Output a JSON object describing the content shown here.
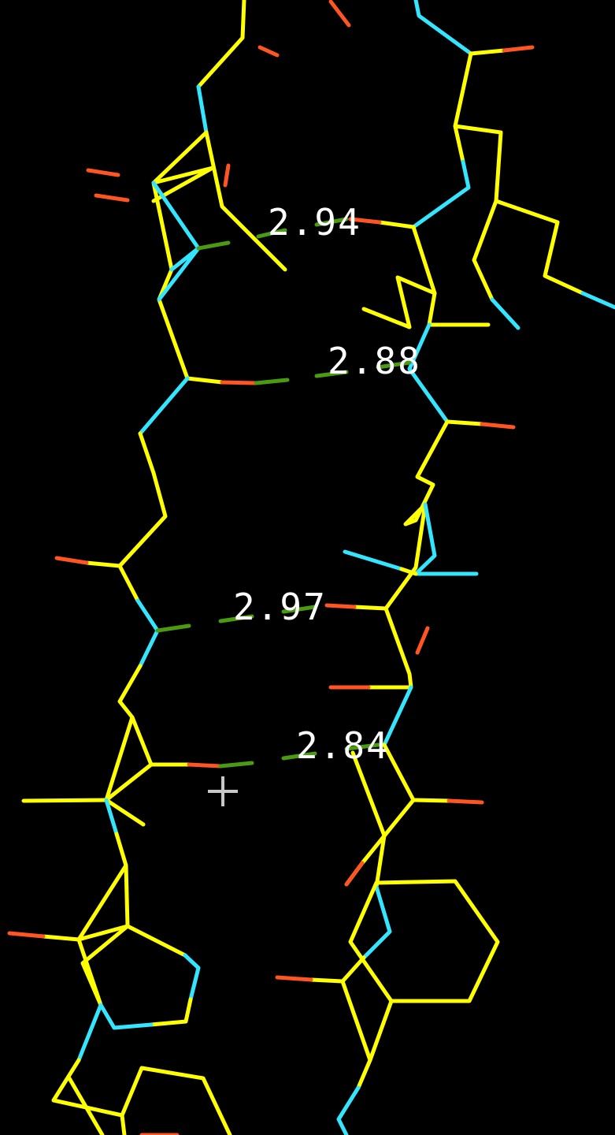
{
  "viewer": {
    "description_free": true
  },
  "colors": {
    "background": "#000000",
    "carbon": "#ffff00",
    "nitrogen": "#33e5ff",
    "oxygen": "#ff5522",
    "hbond": "#4a9a12",
    "label": "#ffffff",
    "cursor": "#c8c8c8"
  },
  "hbond_labels": [
    "2.94",
    "2.88",
    "2.97",
    "2.84"
  ],
  "cursor_icon": "crosshair-icon"
}
